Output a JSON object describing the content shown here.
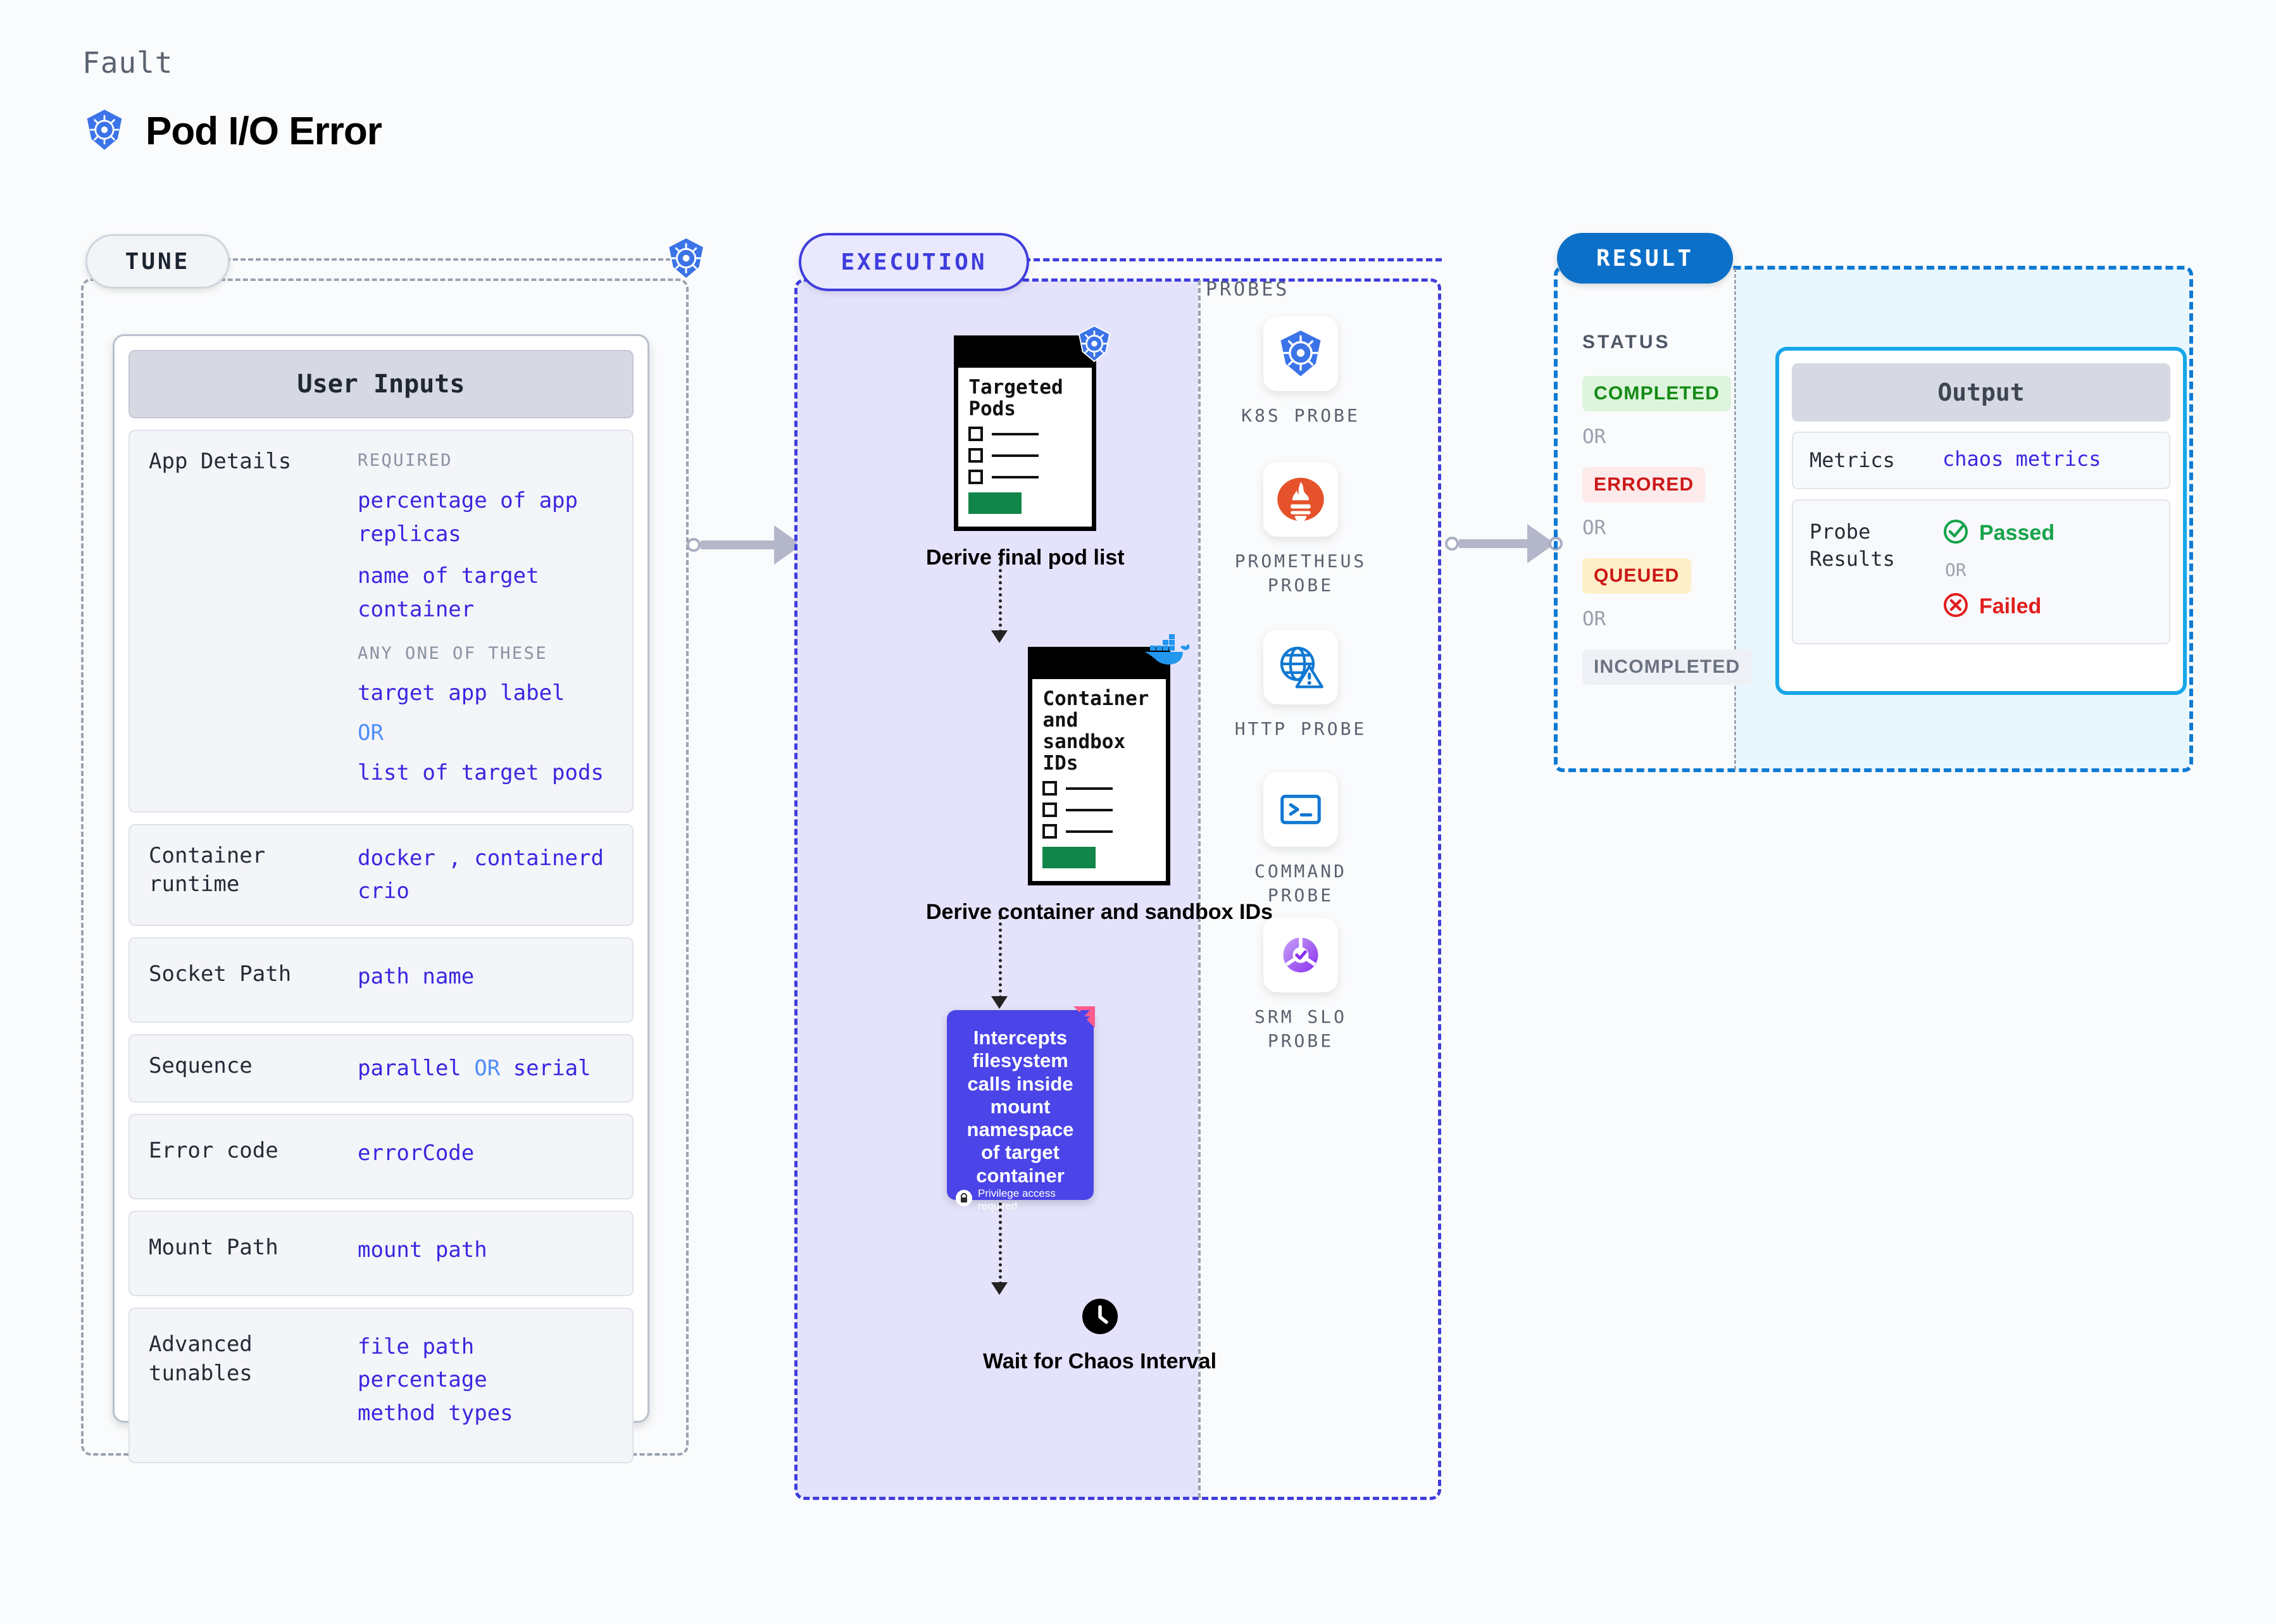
{
  "header": {
    "eyebrow": "Fault",
    "title": "Pod I/O Error",
    "icon": "kubernetes-icon"
  },
  "tune": {
    "pill_label": "TUNE",
    "badge_icon": "kubernetes-icon",
    "card_title": "User Inputs",
    "rows": [
      {
        "key": "App Details",
        "required_label": "REQUIRED",
        "required_values": [
          "percentage of app replicas",
          "name of target container"
        ],
        "anyone_label": "ANY ONE OF THESE",
        "anyone_values": [
          "target app label",
          "list of target pods"
        ],
        "or_label": "OR"
      },
      {
        "key": "Container runtime",
        "values": [
          "docker , containerd",
          "crio"
        ]
      },
      {
        "key": "Socket Path",
        "values": [
          "path name"
        ]
      },
      {
        "key": "Sequence",
        "value_a": "parallel",
        "or_label": "OR",
        "value_b": "serial"
      },
      {
        "key": "Error code",
        "values": [
          "errorCode"
        ]
      },
      {
        "key": "Mount Path",
        "values": [
          "mount path"
        ]
      },
      {
        "key": "Advanced tunables",
        "values": [
          "file path",
          "percentage",
          "method types"
        ]
      }
    ]
  },
  "execution": {
    "pill_label": "EXECUTION",
    "nodes": [
      {
        "doc_title": "Targeted Pods",
        "caption": "Derive final pod list",
        "badge_icon": "kubernetes-icon"
      },
      {
        "doc_title": "Container and sandbox IDs",
        "caption": "Derive container and sandbox IDs",
        "badge_icon": "docker-icon"
      }
    ],
    "injection_card": {
      "text": "Intercepts filesystem calls inside mount namespace of target container",
      "privilege_note": "Privilege access required",
      "privilege_icon": "lock-icon",
      "corner_icon": "litmus-icon",
      "color": "#4b44e8"
    },
    "wait_node": {
      "caption": "Wait for Chaos Interval",
      "icon": "clock-icon"
    }
  },
  "probes": {
    "title": "PROBES",
    "items": [
      {
        "label": "K8S PROBE",
        "icon": "kubernetes-icon"
      },
      {
        "label": "PROMETHEUS PROBE",
        "icon": "prometheus-icon"
      },
      {
        "label": "HTTP PROBE",
        "icon": "globe-warning-icon"
      },
      {
        "label": "COMMAND PROBE",
        "icon": "terminal-icon"
      },
      {
        "label": "SRM SLO PROBE",
        "icon": "srm-slo-icon"
      }
    ]
  },
  "result": {
    "pill_label": "RESULT",
    "status_label": "STATUS",
    "or_label": "OR",
    "statuses": [
      {
        "label": "COMPLETED",
        "bg": "#dcf5dc",
        "fg": "#148a14"
      },
      {
        "label": "ERRORED",
        "bg": "#fdeaea",
        "fg": "#cc1717"
      },
      {
        "label": "QUEUED",
        "bg": "#fdf0c8",
        "fg": "#cc1717"
      },
      {
        "label": "INCOMPLETED",
        "bg": "#eff0f6",
        "fg": "#6b7280"
      }
    ],
    "output": {
      "title": "Output",
      "metrics_key": "Metrics",
      "metrics_value": "chaos metrics",
      "probe_results_key": "Probe Results",
      "passed_label": "Passed",
      "failed_label": "Failed",
      "or_label": "OR"
    }
  }
}
